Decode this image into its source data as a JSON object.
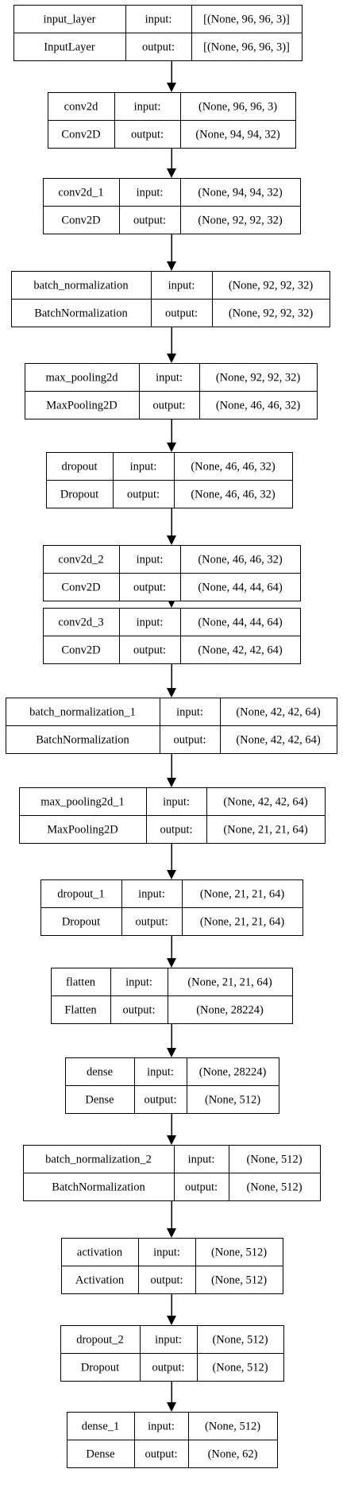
{
  "layers": [
    {
      "name": "input_layer",
      "type": "InputLayer",
      "input": "[(None, 96, 96, 3)]",
      "output": "[(None, 96, 96, 3)]"
    },
    {
      "name": "conv2d",
      "type": "Conv2D",
      "input": "(None, 96, 96, 3)",
      "output": "(None, 94, 94, 32)"
    },
    {
      "name": "conv2d_1",
      "type": "Conv2D",
      "input": "(None, 94, 94, 32)",
      "output": "(None, 92, 92, 32)"
    },
    {
      "name": "batch_normalization",
      "type": "BatchNormalization",
      "input": "(None, 92, 92, 32)",
      "output": "(None, 92, 92, 32)"
    },
    {
      "name": "max_pooling2d",
      "type": "MaxPooling2D",
      "input": "(None, 92, 92, 32)",
      "output": "(None, 46, 46, 32)"
    },
    {
      "name": "dropout",
      "type": "Dropout",
      "input": "(None, 46, 46, 32)",
      "output": "(None, 46, 46, 32)"
    },
    {
      "name": "conv2d_2",
      "type": "Conv2D",
      "input": "(None, 46, 46, 32)",
      "output": "(None, 44, 44, 64)"
    },
    {
      "name": "conv2d_3",
      "type": "Conv2D",
      "input": "(None, 44, 44, 64)",
      "output": "(None, 42, 42, 64)"
    },
    {
      "name": "batch_normalization_1",
      "type": "BatchNormalization",
      "input": "(None, 42, 42, 64)",
      "output": "(None, 42, 42, 64)"
    },
    {
      "name": "max_pooling2d_1",
      "type": "MaxPooling2D",
      "input": "(None, 42, 42, 64)",
      "output": "(None, 21, 21, 64)"
    },
    {
      "name": "dropout_1",
      "type": "Dropout",
      "input": "(None, 21, 21, 64)",
      "output": "(None, 21, 21, 64)"
    },
    {
      "name": "flatten",
      "type": "Flatten",
      "input": "(None, 21, 21, 64)",
      "output": "(None, 28224)"
    },
    {
      "name": "dense",
      "type": "Dense",
      "input": "(None, 28224)",
      "output": "(None, 512)"
    },
    {
      "name": "batch_normalization_2",
      "type": "BatchNormalization",
      "input": "(None, 512)",
      "output": "(None, 512)"
    },
    {
      "name": "activation",
      "type": "Activation",
      "input": "(None, 512)",
      "output": "(None, 512)"
    },
    {
      "name": "dropout_2",
      "type": "Dropout",
      "input": "(None, 512)",
      "output": "(None, 512)"
    },
    {
      "name": "dense_1",
      "type": "Dense",
      "input": "(None, 512)",
      "output": "(None, 62)"
    }
  ],
  "labels": {
    "input": "input:",
    "output": "output:"
  }
}
